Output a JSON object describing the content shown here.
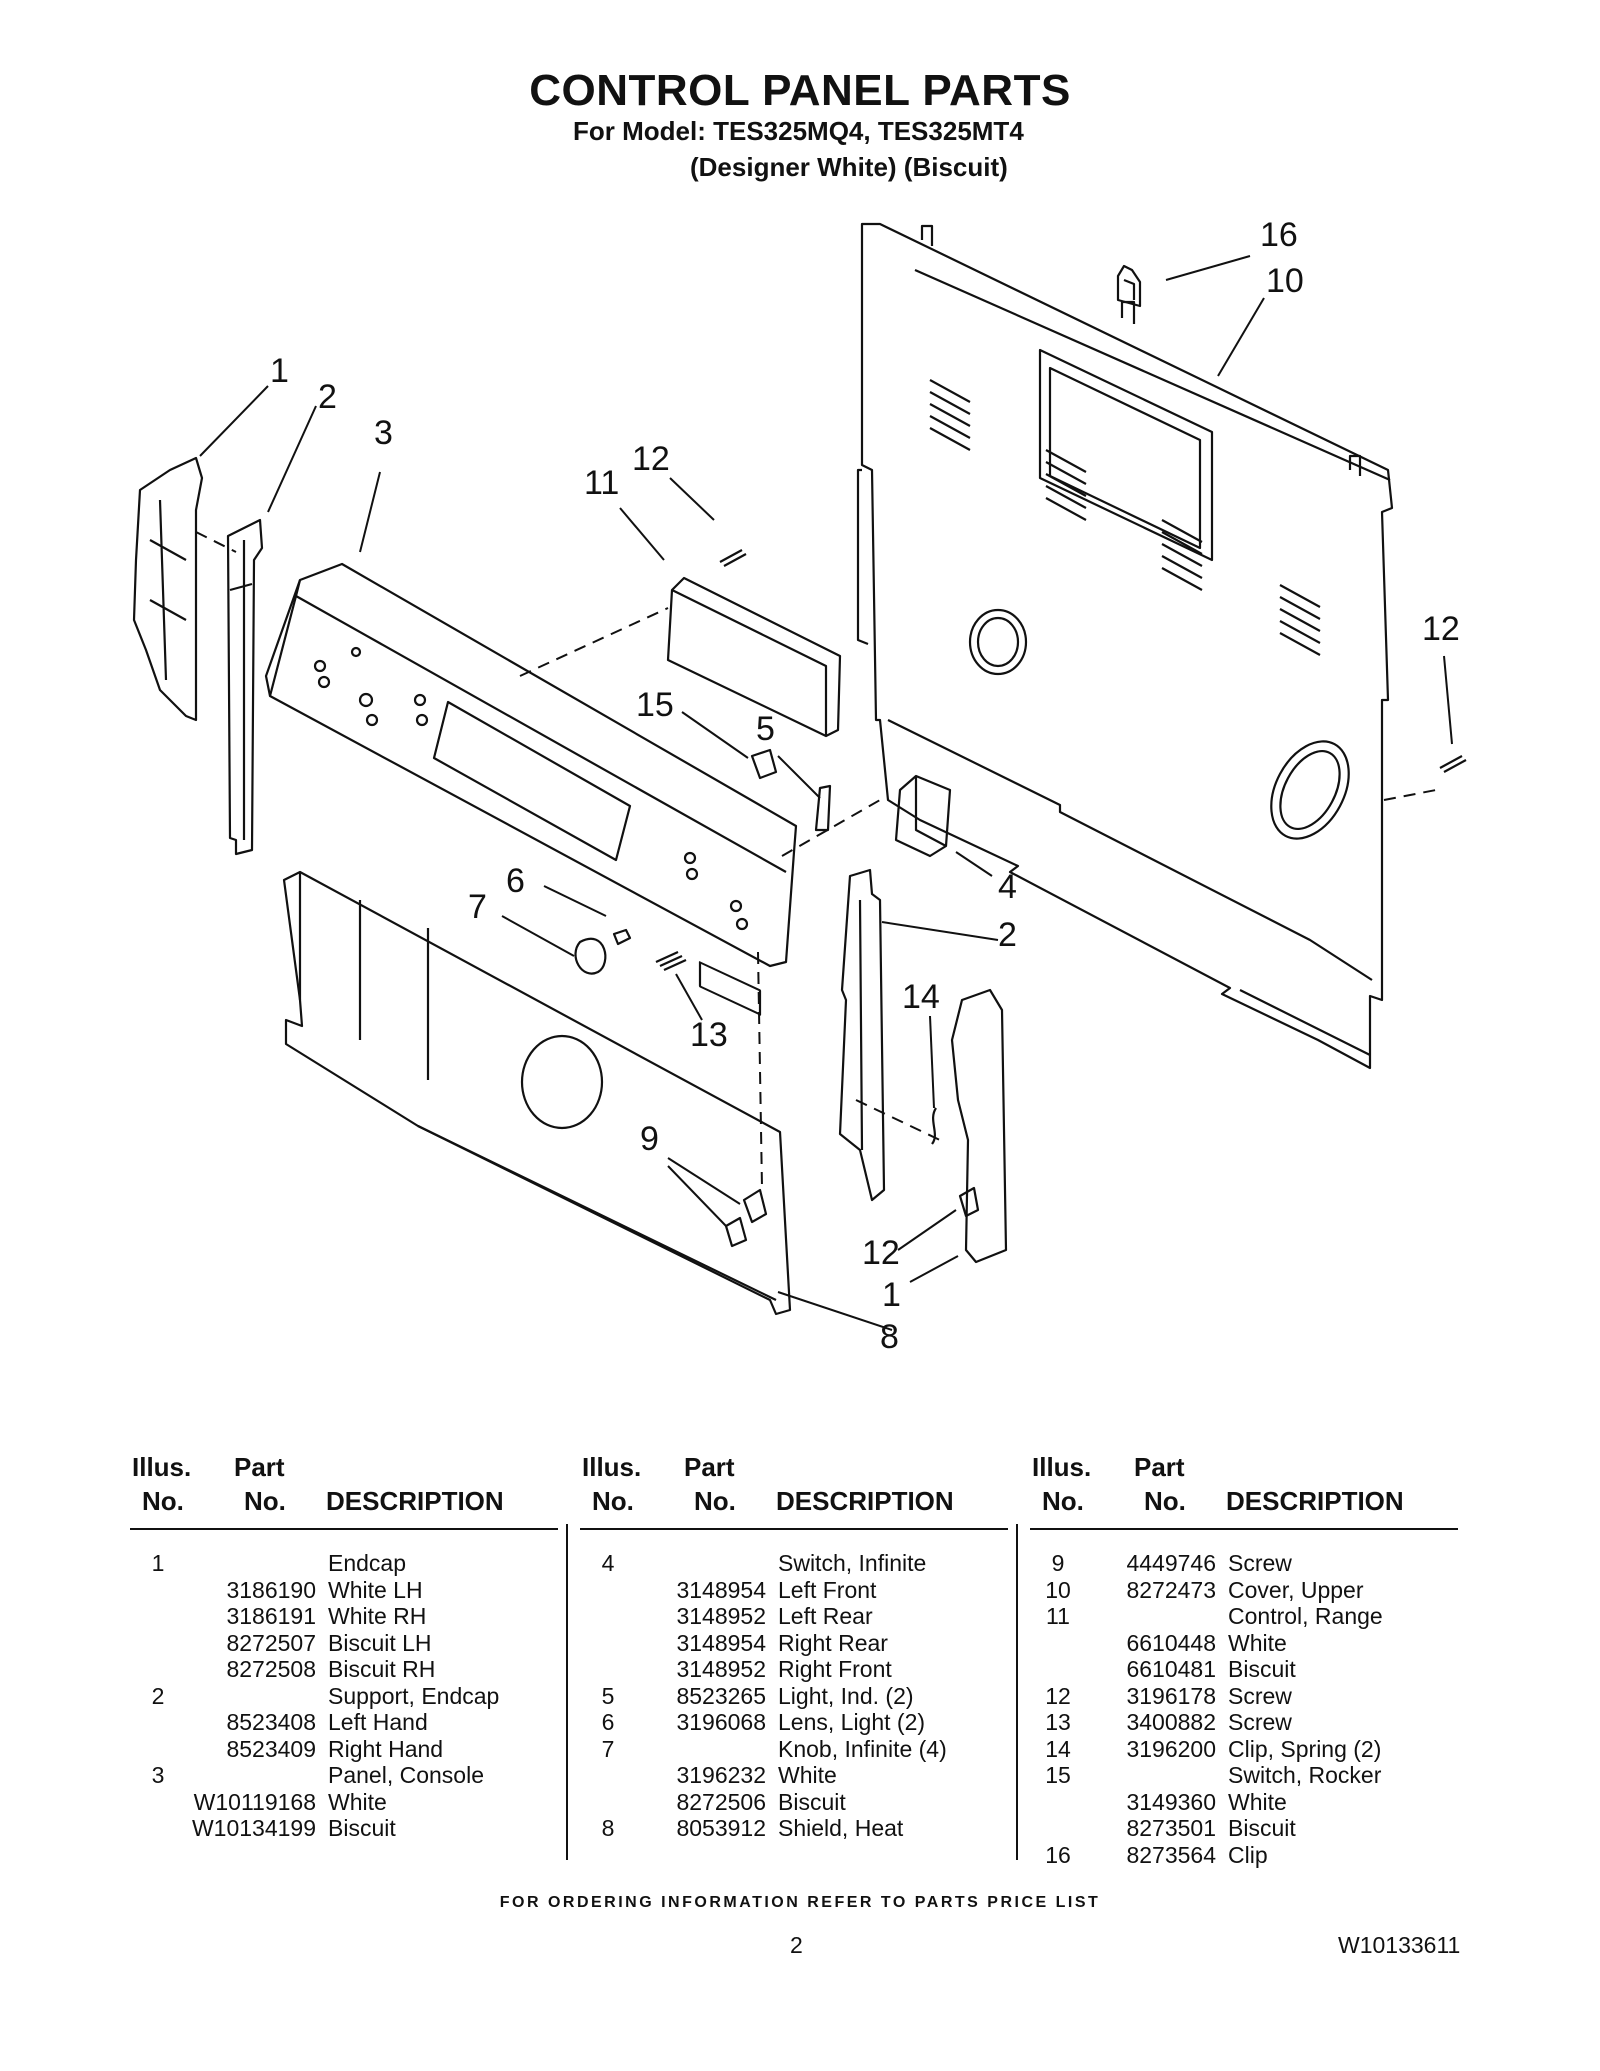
{
  "header": {
    "title": "CONTROL PANEL PARTS",
    "model_line": "For Model: TES325MQ4, TES325MT4",
    "color_line": "(Designer White)  (Biscuit)"
  },
  "callouts": [
    "1",
    "2",
    "3",
    "12",
    "11",
    "16",
    "10",
    "12",
    "15",
    "5",
    "4",
    "2",
    "6",
    "7",
    "13",
    "14",
    "9",
    "12",
    "1",
    "8"
  ],
  "table_headers": {
    "illus_top": "Illus.",
    "illus_bottom": "No.",
    "part_top": "Part",
    "part_bottom": "No.",
    "description": "DESCRIPTION"
  },
  "parts_columns": [
    [
      {
        "illus": "1",
        "part": "",
        "desc": "Endcap"
      },
      {
        "illus": "",
        "part": "3186190",
        "desc": "White LH"
      },
      {
        "illus": "",
        "part": "3186191",
        "desc": "White RH"
      },
      {
        "illus": "",
        "part": "8272507",
        "desc": "Biscuit LH"
      },
      {
        "illus": "",
        "part": "8272508",
        "desc": "Biscuit RH"
      },
      {
        "illus": "2",
        "part": "",
        "desc": "Support, Endcap"
      },
      {
        "illus": "",
        "part": "8523408",
        "desc": "Left Hand"
      },
      {
        "illus": "",
        "part": "8523409",
        "desc": "Right Hand"
      },
      {
        "illus": "3",
        "part": "",
        "desc": "Panel, Console"
      },
      {
        "illus": "",
        "part": "W10119168",
        "desc": "White"
      },
      {
        "illus": "",
        "part": "W10134199",
        "desc": "Biscuit"
      }
    ],
    [
      {
        "illus": "4",
        "part": "",
        "desc": "Switch, Infinite"
      },
      {
        "illus": "",
        "part": "3148954",
        "desc": "Left Front"
      },
      {
        "illus": "",
        "part": "3148952",
        "desc": "Left Rear"
      },
      {
        "illus": "",
        "part": "3148954",
        "desc": "Right Rear"
      },
      {
        "illus": "",
        "part": "3148952",
        "desc": "Right Front"
      },
      {
        "illus": "5",
        "part": "8523265",
        "desc": "Light, Ind. (2)"
      },
      {
        "illus": "6",
        "part": "3196068",
        "desc": "Lens, Light (2)"
      },
      {
        "illus": "7",
        "part": "",
        "desc": "Knob, Infinite (4)"
      },
      {
        "illus": "",
        "part": "3196232",
        "desc": "White"
      },
      {
        "illus": "",
        "part": "8272506",
        "desc": "Biscuit"
      },
      {
        "illus": "8",
        "part": "8053912",
        "desc": "Shield, Heat"
      }
    ],
    [
      {
        "illus": "9",
        "part": "4449746",
        "desc": "Screw"
      },
      {
        "illus": "10",
        "part": "8272473",
        "desc": "Cover, Upper"
      },
      {
        "illus": "11",
        "part": "",
        "desc": "Control, Range"
      },
      {
        "illus": "",
        "part": "6610448",
        "desc": "White"
      },
      {
        "illus": "",
        "part": "6610481",
        "desc": "Biscuit"
      },
      {
        "illus": "12",
        "part": "3196178",
        "desc": "Screw"
      },
      {
        "illus": "13",
        "part": "3400882",
        "desc": "Screw"
      },
      {
        "illus": "14",
        "part": "3196200",
        "desc": "Clip, Spring (2)"
      },
      {
        "illus": "15",
        "part": "",
        "desc": "Switch, Rocker"
      },
      {
        "illus": "",
        "part": "3149360",
        "desc": "White"
      },
      {
        "illus": "",
        "part": "8273501",
        "desc": "Biscuit"
      },
      {
        "illus": "16",
        "part": "8273564",
        "desc": "Clip"
      }
    ]
  ],
  "footer": {
    "ordering_note": "FOR ORDERING INFORMATION REFER TO PARTS PRICE LIST",
    "page_number": "2",
    "document_number": "W10133611"
  }
}
